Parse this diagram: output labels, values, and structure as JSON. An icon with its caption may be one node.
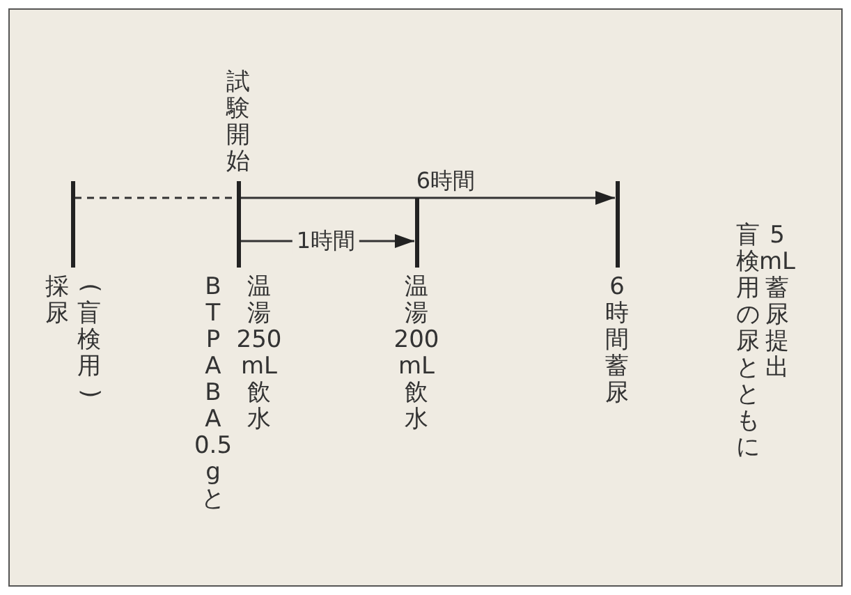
{
  "diagram": {
    "nodes": [
      {
        "text": [
          "採尿",
          "(盲検用)"
        ]
      },
      {
        "text": [
          "試験開始",
          "BTPABA0.5gと",
          "温湯250mL飲水"
        ]
      },
      {
        "text": [
          "温湯200mL飲水"
        ]
      },
      {
        "text": [
          "6時間蓄尿"
        ]
      }
    ],
    "edges": [
      {
        "from": 0,
        "to": 1,
        "arrow": "none",
        "style": "dashed"
      },
      {
        "from": 1,
        "to": 3,
        "arrow": "to",
        "label": "6時間"
      },
      {
        "from": 1,
        "to": 2,
        "arrow": "to",
        "label": "1時間"
      }
    ],
    "labels": [
      "盲検用の尿とともに",
      "5mL蓄尿提出"
    ]
  }
}
